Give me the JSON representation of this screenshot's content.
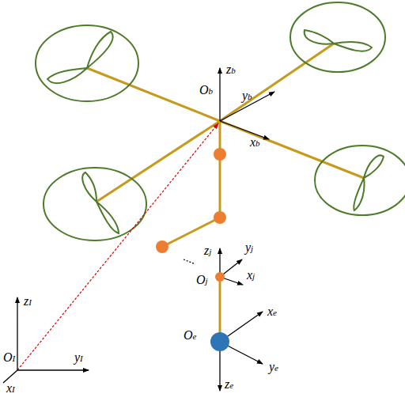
{
  "diagram": {
    "labels": [
      "zb",
      "Ob",
      "yb",
      "xb",
      "zI",
      "OI",
      "yI",
      "xI",
      "zj",
      "yj",
      "Oj",
      "xj",
      "xe",
      "Oe",
      "ze",
      "ye"
    ]
  }
}
